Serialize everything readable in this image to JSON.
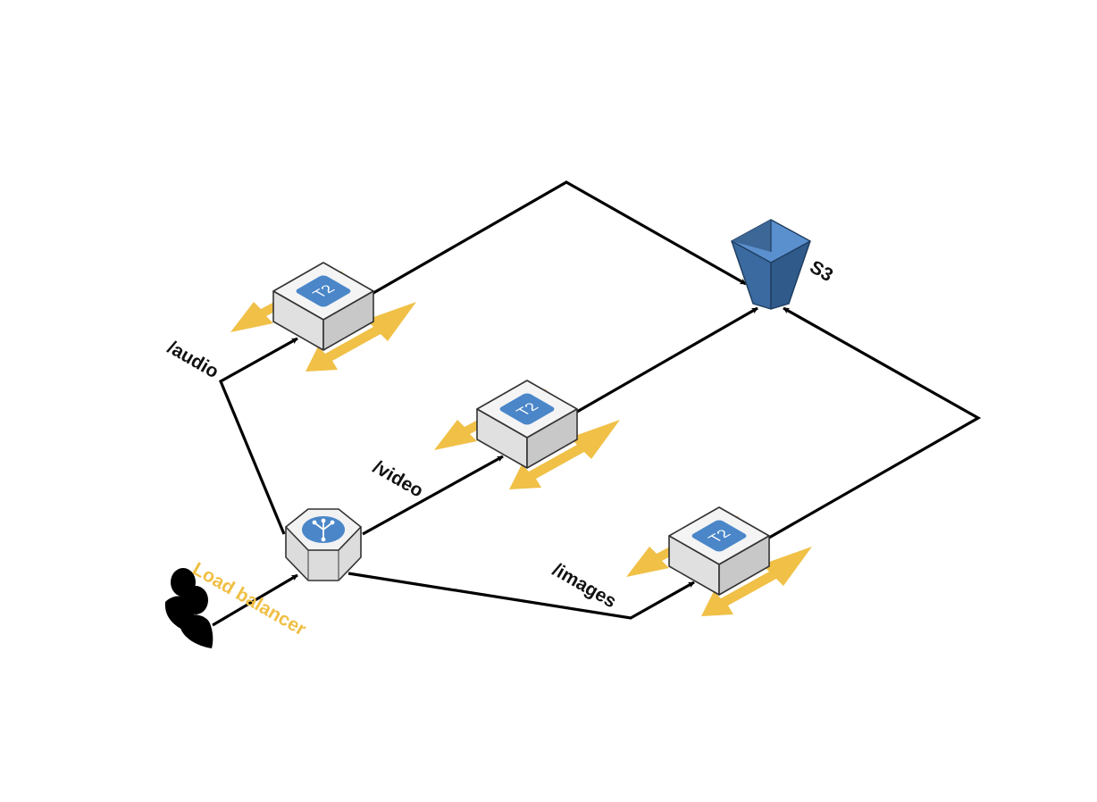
{
  "nodes": {
    "user": {
      "icon": "user-icon"
    },
    "load_balancer": {
      "label": "Load balancer",
      "icon": "load-balancer-icon",
      "label_color": "#f0bf45"
    },
    "instances": [
      {
        "id": "audio",
        "badge": "T2",
        "route": "/audio"
      },
      {
        "id": "video",
        "badge": "T2",
        "route": "/video"
      },
      {
        "id": "images",
        "badge": "T2",
        "route": "/images"
      }
    ],
    "storage": {
      "label": "S3",
      "icon": "s3-bucket-icon"
    }
  },
  "colors": {
    "autoscaling_arrows": "#f0c047",
    "badge": "#4a86c8",
    "bucket_dark": "#2f5a8a",
    "bucket_light": "#5b90cf",
    "lines": "#000000"
  }
}
